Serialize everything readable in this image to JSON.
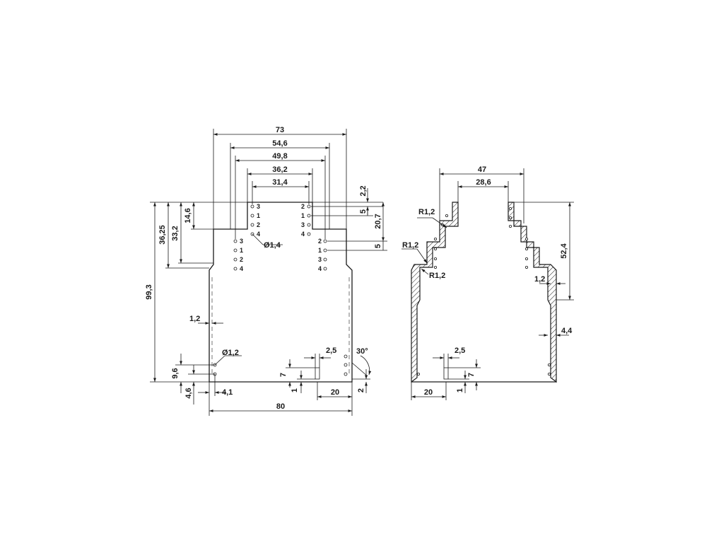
{
  "front_view": {
    "dimensions": {
      "d73": "73",
      "d54_6": "54,6",
      "d49_8": "49,8",
      "d36_2": "36,2",
      "d31_4": "31,4",
      "d99_3": "99,3",
      "d36_25": "36,25",
      "d33_2": "33,2",
      "d14_6": "14,6",
      "d2_2": "2,2",
      "d5a": "5",
      "d20_7": "20,7",
      "d5b": "5",
      "dia1_4": "Ø1,4",
      "d1_2": "1,2",
      "dia1_2": "Ø1,2",
      "d9_6": "9,6",
      "d4_6": "4,6",
      "d4_1": "4,1",
      "d80": "80",
      "d2_5": "2,5",
      "d7": "7",
      "d1": "1",
      "d20": "20",
      "d2": "2",
      "a30": "30°"
    },
    "pins": {
      "top_left": [
        "3",
        "1",
        "2",
        "4"
      ],
      "top_right": [
        "2",
        "1",
        "3",
        "4"
      ],
      "mid_left": [
        "3",
        "1",
        "2",
        "4"
      ],
      "mid_right": [
        "2",
        "1",
        "3",
        "4"
      ]
    }
  },
  "side_view": {
    "dimensions": {
      "d47": "47",
      "d28_6": "28,6",
      "r1": "R1,2",
      "r2": "R1,2",
      "r3": "R1,2",
      "d52_4": "52,4",
      "d1_2": "1,2",
      "d4_4": "4,4",
      "d2_5": "2,5",
      "d7": "7",
      "d1": "1",
      "d20": "20"
    }
  }
}
